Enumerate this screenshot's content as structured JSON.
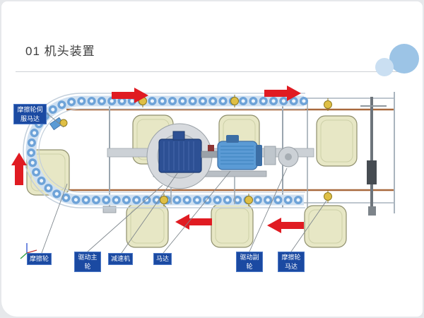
{
  "slide": {
    "title": "01 机头装置"
  },
  "diagram": {
    "labels": {
      "friction_servo_motor": "摩擦轮伺服马达",
      "friction_wheel": "摩擦轮",
      "drive_main_wheel": "驱动主轮",
      "reducer": "减速机",
      "motor": "马达",
      "drive_aux_wheel": "驱动副轮",
      "friction_wheel_motor": "摩擦轮马达"
    },
    "colors": {
      "arrow_red": "#e01b22",
      "label_blue": "#1b4aa2",
      "chain_blue": "#6ea3d8",
      "wheel_cream": "#e7e7c5",
      "pipe_copper": "#a8693d",
      "motor_blue": "#5b9bd5",
      "gearbox_blue": "#2d5094"
    }
  }
}
